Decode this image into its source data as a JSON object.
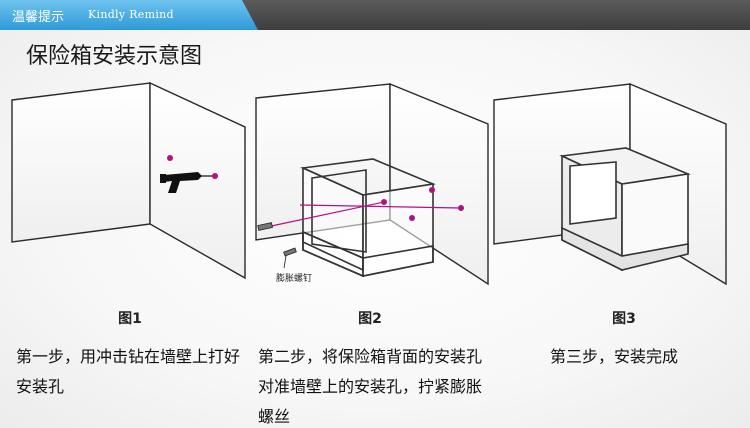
{
  "banner": {
    "tab_cn": "温馨提示",
    "tab_en": "Kindly Remind"
  },
  "page_title": "保险箱安装示意图",
  "figures": {
    "fig1": {
      "label": "图1"
    },
    "fig2": {
      "label": "图2",
      "callout": "膨胀螺钉"
    },
    "fig3": {
      "label": "图3"
    }
  },
  "steps": {
    "step1": "第一步，用冲击钻在墙壁上打好安装孔",
    "step2": "第二步，将保险箱背面的安装孔对准墙壁上的安装孔，拧紧膨胀螺丝",
    "step3": "第三步，安装完成"
  },
  "colors": {
    "accent": "#2f9ad8",
    "marker": "#b0127f",
    "line": "#333333"
  }
}
